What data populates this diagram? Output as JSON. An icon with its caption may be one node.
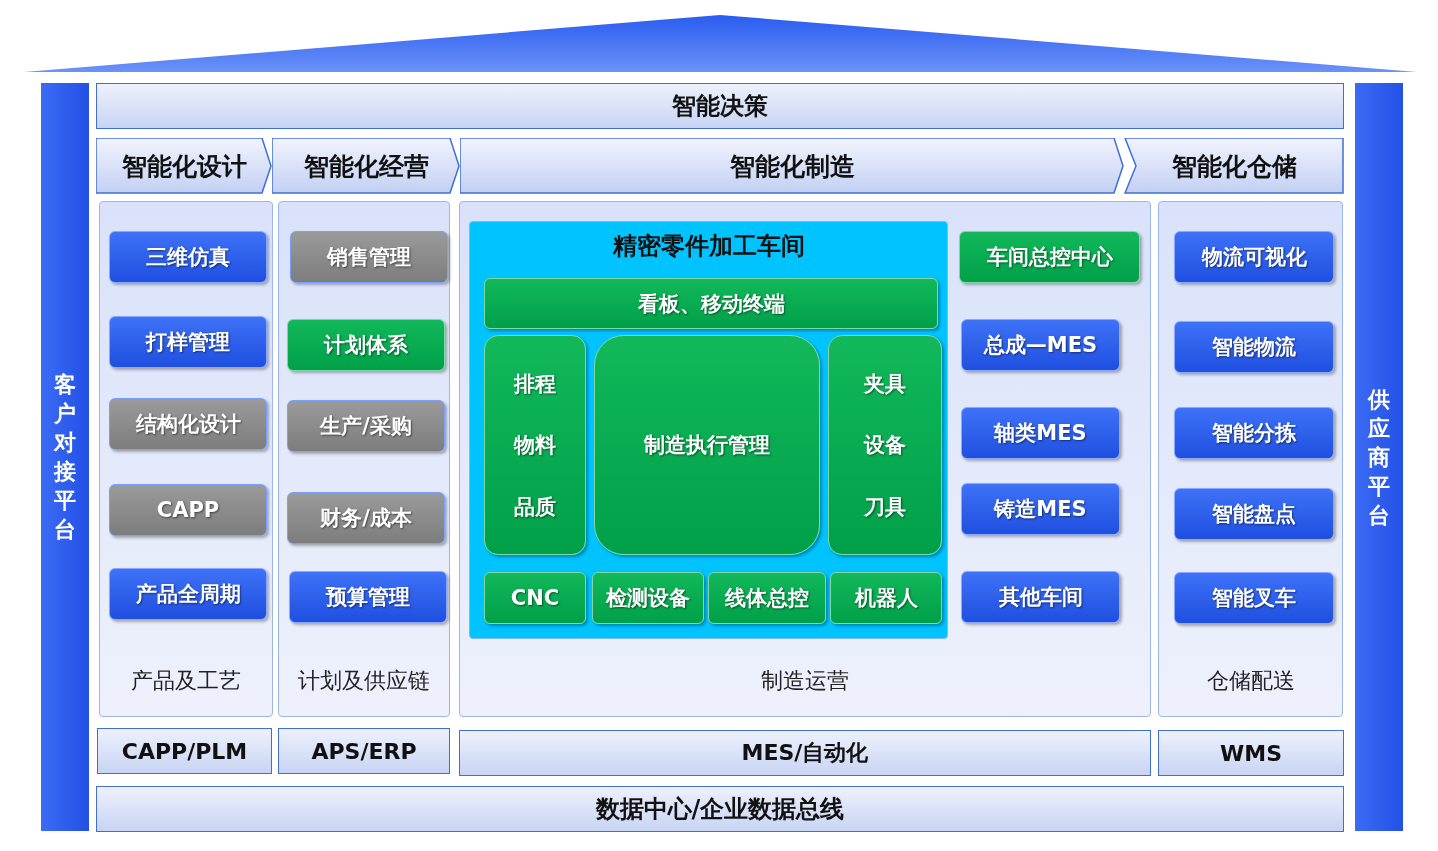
{
  "diagram": {
    "nodes": [
      {
        "text": [
          "智能决策"
        ]
      },
      {
        "text": [
          "智能化设计"
        ]
      },
      {
        "text": [
          "智能化经营"
        ]
      },
      {
        "text": [
          "智能化制造"
        ]
      },
      {
        "text": [
          "智能化仓储"
        ]
      },
      {
        "text": [
          "产品及工艺"
        ]
      },
      {
        "text": [
          "三维仿真"
        ],
        "in": 5
      },
      {
        "text": [
          "打样管理"
        ],
        "in": 5
      },
      {
        "text": [
          "结构化设计"
        ],
        "in": 5
      },
      {
        "text": [
          "CAPP"
        ],
        "in": 5
      },
      {
        "text": [
          "产品全周期"
        ],
        "in": 5
      },
      {
        "text": [
          "计划及供应链"
        ]
      },
      {
        "text": [
          "销售管理"
        ],
        "in": 11
      },
      {
        "text": [
          "计划体系"
        ],
        "in": 11
      },
      {
        "text": [
          "生产/采购"
        ],
        "in": 11
      },
      {
        "text": [
          "财务/成本"
        ],
        "in": 11
      },
      {
        "text": [
          "预算管理"
        ],
        "in": 11
      },
      {
        "text": [
          "制造运营"
        ]
      },
      {
        "text": [
          "精密零件加工车间"
        ],
        "in": 17
      },
      {
        "text": [
          "看板、移动终端"
        ],
        "in": 18
      },
      {
        "text": [
          "排程",
          "物料",
          "品质"
        ],
        "in": 18
      },
      {
        "text": [
          "制造执行管理"
        ],
        "in": 18
      },
      {
        "text": [
          "夹具",
          "设备",
          "刀具"
        ],
        "in": 18
      },
      {
        "text": [
          "CNC"
        ],
        "in": 18
      },
      {
        "text": [
          "检测设备"
        ],
        "in": 18
      },
      {
        "text": [
          "线体总控"
        ],
        "in": 18
      },
      {
        "text": [
          "机器人"
        ],
        "in": 18
      },
      {
        "text": [
          "车间总控中心"
        ],
        "in": 17
      },
      {
        "text": [
          "总成—MES"
        ],
        "in": 17
      },
      {
        "text": [
          "轴类MES"
        ],
        "in": 17
      },
      {
        "text": [
          "铸造MES"
        ],
        "in": 17
      },
      {
        "text": [
          "其他车间"
        ],
        "in": 17
      },
      {
        "text": [
          "仓储配送"
        ]
      },
      {
        "text": [
          "物流可视化"
        ],
        "in": 32
      },
      {
        "text": [
          "智能物流"
        ],
        "in": 32
      },
      {
        "text": [
          "智能分拣"
        ],
        "in": 32
      },
      {
        "text": [
          "智能盘点"
        ],
        "in": 32
      },
      {
        "text": [
          "智能叉车"
        ],
        "in": 32
      },
      {
        "text": [
          "CAPP/PLM"
        ]
      },
      {
        "text": [
          "APS/ERP"
        ]
      },
      {
        "text": [
          "MES/自动化"
        ]
      },
      {
        "text": [
          "WMS"
        ]
      },
      {
        "text": [
          "数据中心/企业数据总线"
        ]
      },
      {
        "text": [
          "客户对接平台"
        ]
      },
      {
        "text": [
          "供应商平台"
        ]
      }
    ]
  }
}
